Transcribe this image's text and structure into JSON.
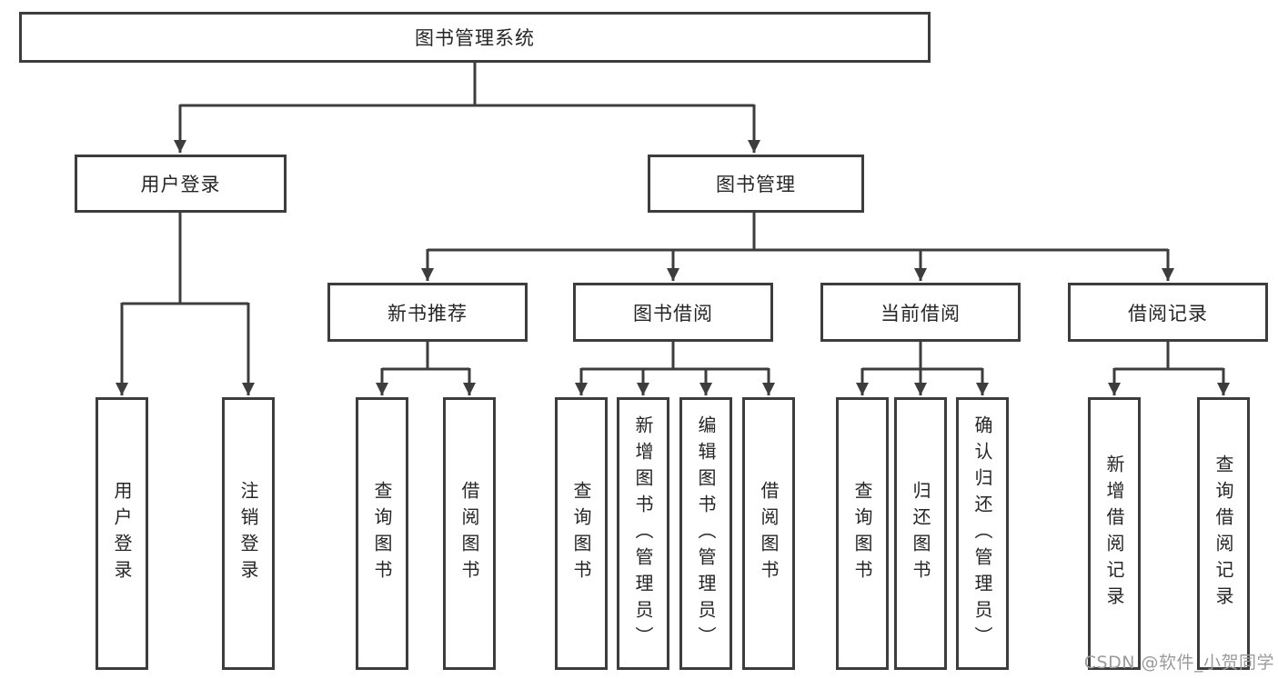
{
  "diagram": {
    "title": "图书管理系统",
    "nodes": {
      "root": {
        "label": "图书管理系统"
      },
      "user_login": {
        "label": "用户登录"
      },
      "book_management": {
        "label": "图书管理"
      },
      "new_book_recommend": {
        "label": "新书推荐"
      },
      "book_borrow": {
        "label": "图书借阅"
      },
      "current_borrow": {
        "label": "当前借阅"
      },
      "borrow_record": {
        "label": "借阅记录"
      },
      "leaf_user_login": {
        "label": "用户登录"
      },
      "leaf_logout": {
        "label": "注销登录"
      },
      "leaf_query_book_1": {
        "label": "查询图书"
      },
      "leaf_borrow_book_1": {
        "label": "借阅图书"
      },
      "leaf_query_book_2": {
        "label": "查询图书"
      },
      "leaf_add_book": {
        "label": "新增图书（管理员）"
      },
      "leaf_edit_book": {
        "label": "编辑图书（管理员）"
      },
      "leaf_borrow_book_2": {
        "label": "借阅图书"
      },
      "leaf_query_book_3": {
        "label": "查询图书"
      },
      "leaf_return_book": {
        "label": "归还图书"
      },
      "leaf_confirm_return": {
        "label": "确认归还（管理员）"
      },
      "leaf_add_borrow_record": {
        "label": "新增借阅记录"
      },
      "leaf_query_borrow_record": {
        "label": "查询借阅记录"
      }
    },
    "hierarchy": {
      "图书管理系统": {
        "用户登录": [
          "用户登录",
          "注销登录"
        ],
        "图书管理": {
          "新书推荐": [
            "查询图书",
            "借阅图书"
          ],
          "图书借阅": [
            "查询图书",
            "新增图书（管理员）",
            "编辑图书（管理员）",
            "借阅图书"
          ],
          "当前借阅": [
            "查询图书",
            "归还图书",
            "确认归还（管理员）"
          ],
          "借阅记录": [
            "新增借阅记录",
            "查询借阅记录"
          ]
        }
      }
    },
    "colors": {
      "line": "#3d3d3d",
      "text": "#262626",
      "background": "#ffffff",
      "watermark": "#9b9b9b"
    }
  },
  "watermark": {
    "text": "CSDN @软件_小贺同学"
  }
}
